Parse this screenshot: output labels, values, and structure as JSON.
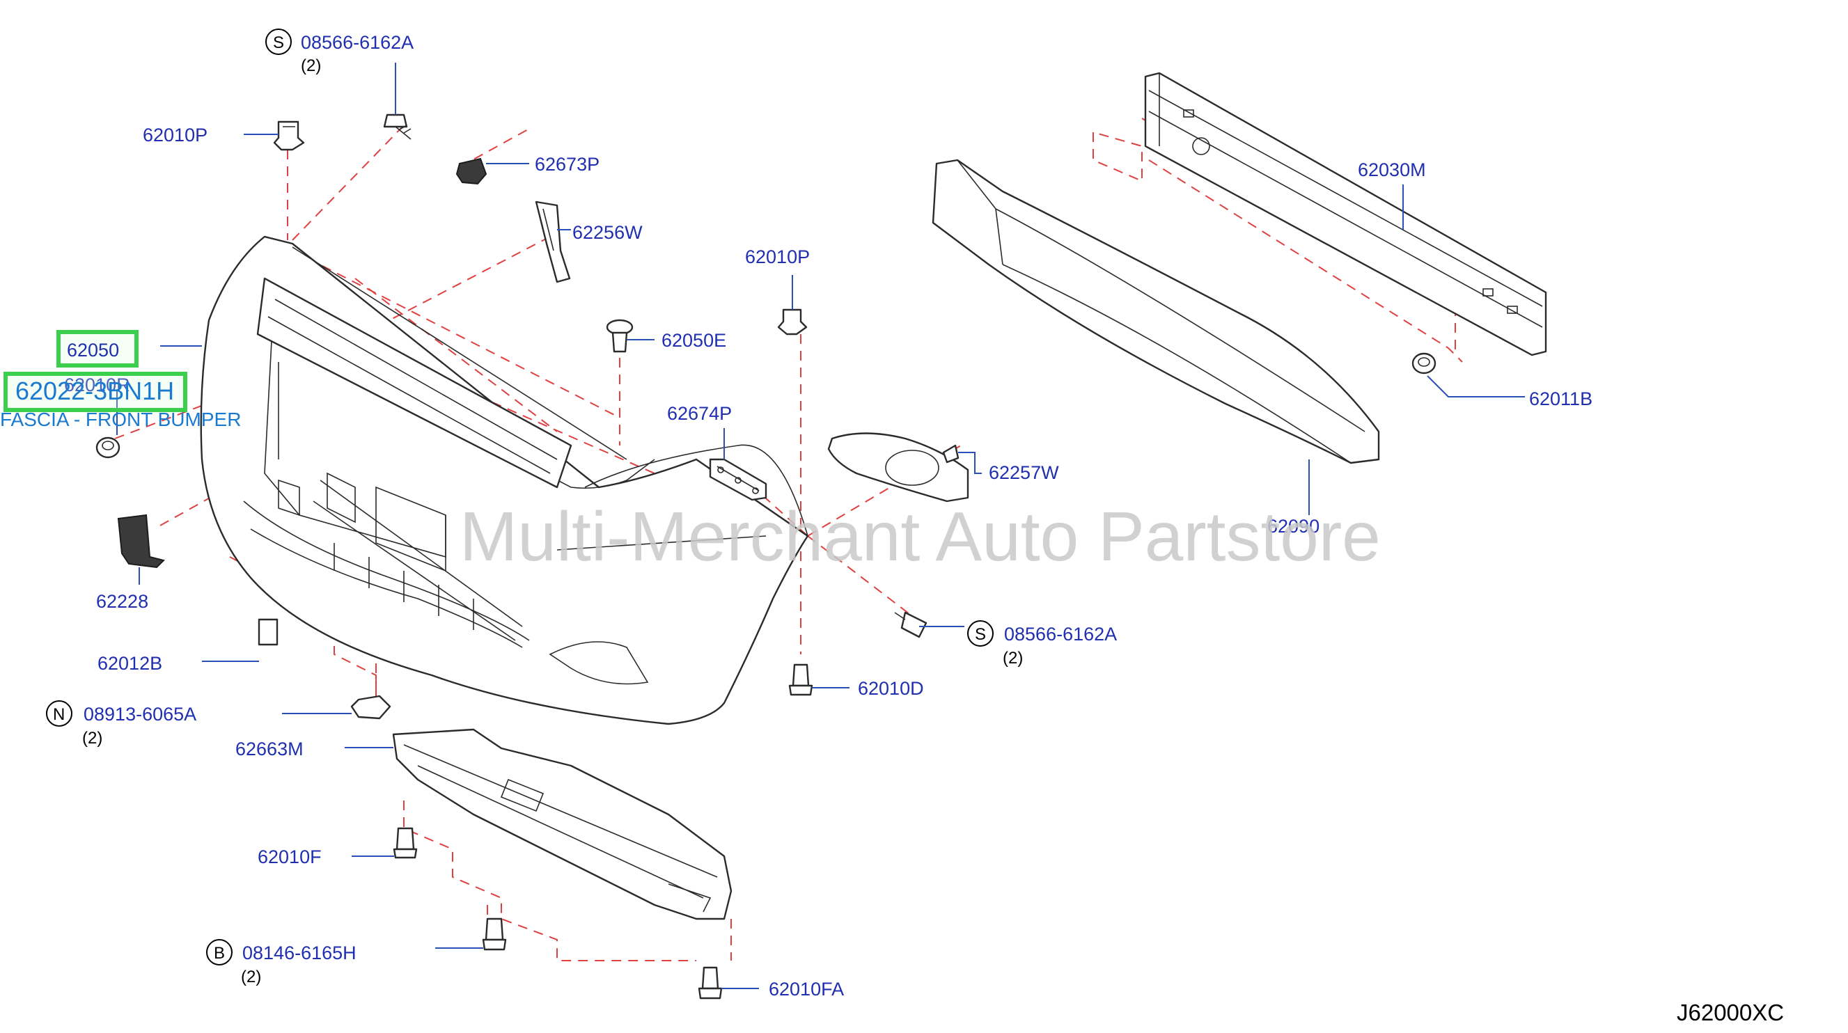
{
  "diagram": {
    "labels": [
      {
        "id": "08566-6162A-top",
        "text": "08566-6162A",
        "prefix": "S",
        "qty": "(2)"
      },
      {
        "id": "62010P-left",
        "text": "62010P"
      },
      {
        "id": "62673P",
        "text": "62673P"
      },
      {
        "id": "62256W",
        "text": "62256W"
      },
      {
        "id": "62010P-mid",
        "text": "62010P"
      },
      {
        "id": "62050E",
        "text": "62050E"
      },
      {
        "id": "62674P",
        "text": "62674P"
      },
      {
        "id": "62030M",
        "text": "62030M"
      },
      {
        "id": "62011B",
        "text": "62011B"
      },
      {
        "id": "62090",
        "text": "62090"
      },
      {
        "id": "62257W",
        "text": "62257W"
      },
      {
        "id": "62050",
        "text": "62050"
      },
      {
        "id": "62010R",
        "text": "62010R"
      },
      {
        "id": "62228",
        "text": "62228"
      },
      {
        "id": "62012B",
        "text": "62012B"
      },
      {
        "id": "08913-6065A",
        "text": "08913-6065A",
        "prefix": "N",
        "qty": "(2)"
      },
      {
        "id": "62663M",
        "text": "62663M"
      },
      {
        "id": "08566-6162A-right",
        "text": "08566-6162A",
        "prefix": "S",
        "qty": "(2)"
      },
      {
        "id": "62010D",
        "text": "62010D"
      },
      {
        "id": "62010F",
        "text": "62010F"
      },
      {
        "id": "08146-6165H",
        "text": "08146-6165H",
        "prefix": "B",
        "qty": "(2)"
      },
      {
        "id": "62010FA",
        "text": "62010FA"
      }
    ],
    "highlight": {
      "part_number": "62022-3BN1H",
      "part_name": "FASCIA - FRONT BUMPER"
    },
    "diagram_code": "J62000XC",
    "watermark": "Multi-Merchant Auto Partstore"
  },
  "colors": {
    "label": "#1f2fb0",
    "leader": "#2a50b8",
    "phantom": "#e04040",
    "highlight_border": "#3ccf4e",
    "highlight_text": "#1a7ad0"
  }
}
